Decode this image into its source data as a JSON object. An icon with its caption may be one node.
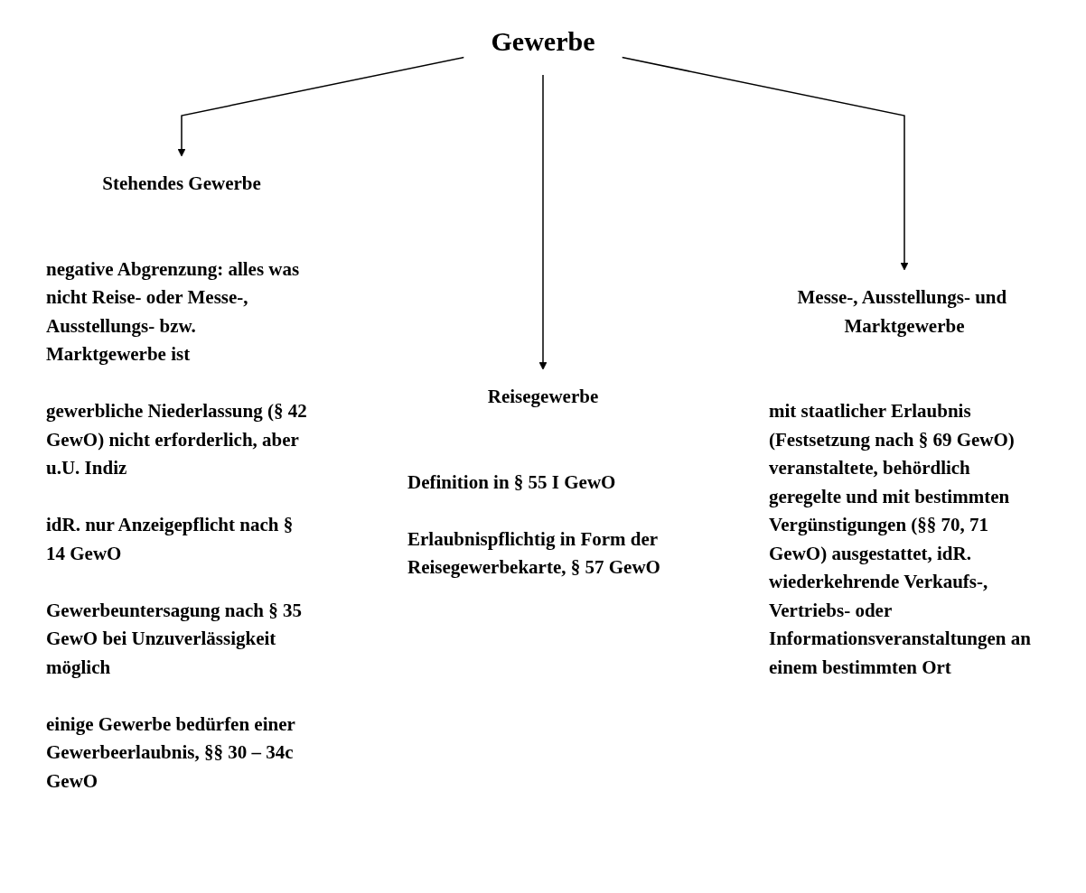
{
  "diagram": {
    "nodes": [
      {
        "text": [
          "Gewerbe"
        ]
      },
      {
        "text": [
          "Stehendes Gewerbe",
          "negative Abgrenzung: alles was nicht Reise- oder Messe-, Ausstellungs- bzw. Marktgewerbe ist",
          "gewerbliche Niederlassung (§ 42 GewO) nicht erforderlich, aber u.U. Indiz",
          "idR. nur Anzeigepflicht nach § 14 GewO",
          "Gewerbeuntersagung nach § 35 GewO bei Unzuverlässigkeit möglich",
          "einige Gewerbe bedürfen einer Gewerbeerlaubnis, §§ 30 – 34c GewO"
        ]
      },
      {
        "text": [
          "Reisegewerbe",
          "Definition in § 55 I GewO",
          "Erlaubnispflichtig in Form der Reisegewerbekarte, § 57 GewO"
        ]
      },
      {
        "text": [
          "Messe-, Ausstellungs- und Marktgewerbe",
          "mit staatlicher Erlaubnis (Festsetzung nach § 69 GewO) veranstaltete, behördlich geregelte und mit bestimmten Vergünstigungen (§§ 70, 71 GewO) ausgestattet, idR. wiederkehrende Verkaufs-, Vertriebs- oder Informationsveranstaltungen an einem bestimmten Ort"
        ]
      }
    ],
    "edges": [
      {
        "from": 0,
        "to": 1,
        "arrow": "to"
      },
      {
        "from": 0,
        "to": 2,
        "arrow": "to"
      },
      {
        "from": 0,
        "to": 3,
        "arrow": "to"
      }
    ]
  }
}
